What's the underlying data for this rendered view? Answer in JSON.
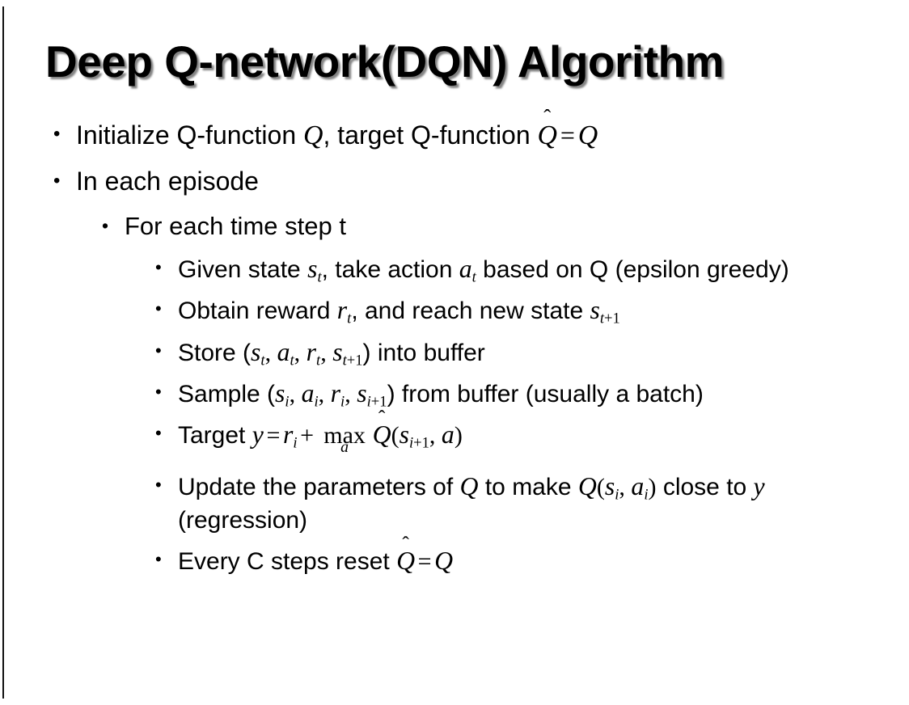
{
  "slide": {
    "title": "Deep Q-network(DQN) Algorithm",
    "background_color": "#ffffff",
    "text_color": "#000000"
  },
  "content": {
    "level1": [
      {
        "id": "initialize",
        "prefix": "Initialize Q-function ",
        "var_q": "Q",
        "mid": ", target Q-function ",
        "hat_var": "Q",
        "hat_mark": "̂",
        "equals": "=",
        "var_q2": "Q"
      },
      {
        "id": "in-each-episode",
        "text": "In each episode"
      }
    ],
    "level2": {
      "id": "for-each-time-step",
      "text": "For each time step t"
    },
    "level3": [
      {
        "id": "given-state",
        "seg1": "Given state ",
        "var_s": "s",
        "sub_s": "t",
        "seg2": ", take action ",
        "var_a": "a",
        "sub_a": "t",
        "seg3": " based on Q (epsilon greedy)"
      },
      {
        "id": "obtain-reward",
        "seg1": "Obtain reward ",
        "var_r": "r",
        "sub_r": "t",
        "seg2": ", and reach new state ",
        "var_s": "s",
        "sub_s_italic": "t",
        "sub_s_plus": "+1"
      },
      {
        "id": "store-buffer",
        "seg1": "Store (",
        "v1": "s",
        "s1": "t",
        "sep1": ", ",
        "v2": "a",
        "s2": "t",
        "sep2": ", ",
        "v3": "r",
        "s3": "t",
        "sep3": ", ",
        "v4": "s",
        "s4_italic": "t",
        "s4_plus": "+1",
        "seg2": ") into buffer"
      },
      {
        "id": "sample-buffer",
        "seg1": "Sample (",
        "v1": "s",
        "s1": "i",
        "sep1": ", ",
        "v2": "a",
        "s2": "i",
        "sep2": ", ",
        "v3": "r",
        "s3": "i",
        "sep3": ", ",
        "v4": "s",
        "s4_italic": "i",
        "s4_plus": "+1",
        "seg2": ") from buffer (usually a batch)"
      },
      {
        "id": "target",
        "seg1": "Target ",
        "var_y": "y",
        "equals": "=",
        "var_r": "r",
        "sub_r": "i",
        "plus": "+",
        "operator": "max",
        "operator_limit": "a",
        "hat_var": "Q",
        "hat_mark": "̂",
        "paren_open": "(",
        "var_s": "s",
        "sub_s_italic": "i",
        "sub_s_plus": "+1",
        "comma": ", ",
        "var_a": "a",
        "paren_close": ")"
      },
      {
        "id": "update-parameters",
        "seg1": "Update the parameters of ",
        "var_q1": "Q",
        "seg2": " to make ",
        "var_q2": "Q",
        "paren_open": "(",
        "var_s": "s",
        "sub_s": "i",
        "comma": ", ",
        "var_a": "a",
        "sub_a": "i",
        "paren_close": ")",
        "seg3": " close to ",
        "var_y": "y",
        "seg4": " (regression)"
      },
      {
        "id": "reset-target",
        "seg1": "Every C steps reset ",
        "hat_var": "Q",
        "hat_mark": "̂",
        "equals": "=",
        "var_q": "Q"
      }
    ],
    "bullet_glyph": "•"
  }
}
